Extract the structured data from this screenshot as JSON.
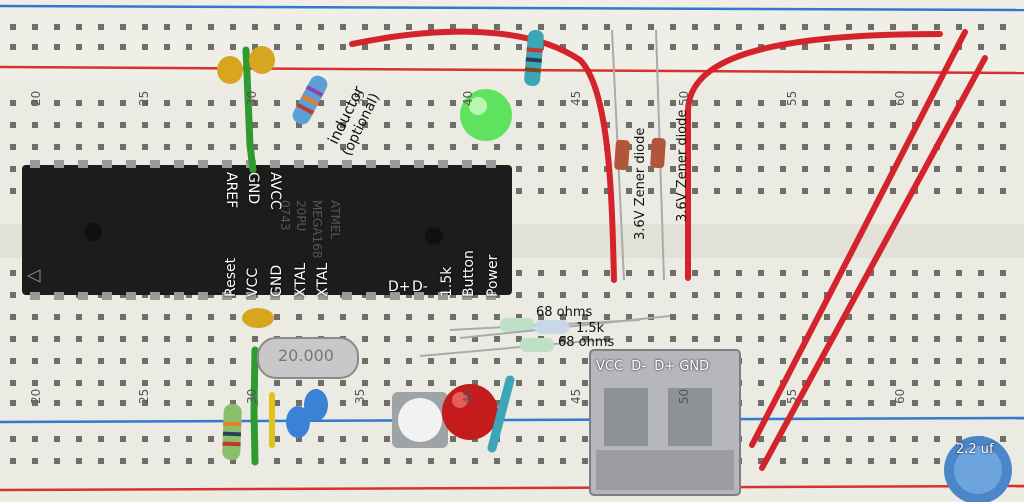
{
  "chip": {
    "pin_labels_top": [
      "AREF",
      "GND",
      "AVCC"
    ],
    "pin_labels_bottom": [
      "Reset",
      "VCC",
      "GND",
      "XTAL",
      "XTAL",
      "D+",
      "D-",
      "1.5k",
      "Button",
      "Power"
    ],
    "marking": [
      "ATMEL",
      "MEGA168",
      "20PU",
      "0743"
    ]
  },
  "annotations": {
    "inductor": "inductor",
    "optional": "(optional)",
    "zener1": "3.6V Zener diode",
    "zener2": "3.6V Zener diode",
    "r68_top": "68 ohms",
    "r15k": "1.5k",
    "r68_bottom": "68 ohms",
    "usb_pins": "VCC  D-  D+ GND",
    "cap": "2.2 uf",
    "crystal": "20.000"
  },
  "column_numbers": {
    "top_row": [
      "20",
      "25",
      "30",
      "35",
      "40",
      "45",
      "50",
      "55",
      "60"
    ],
    "bottom_row": [
      "20",
      "25",
      "30",
      "35",
      "40",
      "45",
      "50",
      "55",
      "60"
    ]
  },
  "colors": {
    "board": "#ecebe3",
    "rail_red": "#d7332c",
    "rail_blue": "#2e7bd1",
    "wire_red": "#d4232a",
    "wire_green": "#2f9a2f",
    "wire_yellow": "#e0c21a",
    "chip": "#1c1c1c",
    "led_green": "#5fe35f",
    "led_red": "#c41c1c"
  }
}
